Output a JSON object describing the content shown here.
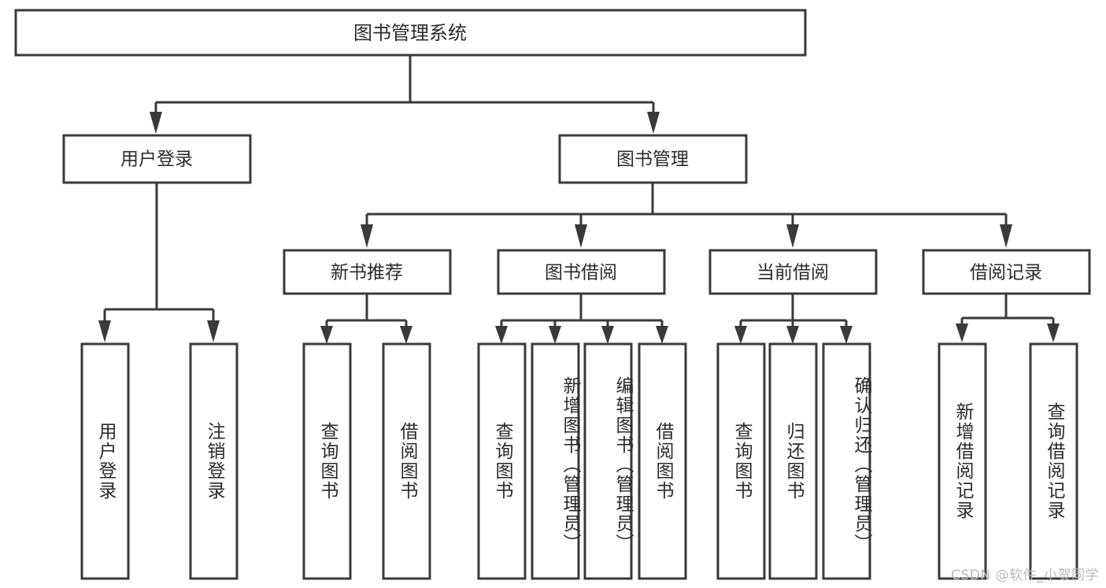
{
  "diagram": {
    "title": "图书管理系统",
    "watermark": "CSDN @软件_小贺同学",
    "colors": {
      "box_stroke": "#3a3a3a",
      "box_fill": "#ffffff",
      "text": "#2b2b2b",
      "background": "#ffffff",
      "watermark": "#b9b9b9"
    },
    "root": {
      "label": "图书管理系统"
    },
    "level2": [
      {
        "label": "用户登录"
      },
      {
        "label": "图书管理"
      }
    ],
    "level3": [
      {
        "label": "新书推荐"
      },
      {
        "label": "图书借阅"
      },
      {
        "label": "当前借阅"
      },
      {
        "label": "借阅记录"
      }
    ],
    "leaves": {
      "user_login": [
        {
          "label": "用户登录"
        },
        {
          "label": "注销登录"
        }
      ],
      "new_book": [
        {
          "label": "查询图书"
        },
        {
          "label": "借阅图书"
        }
      ],
      "book_borrow": [
        {
          "label": "查询图书"
        },
        {
          "label": "新增图书（管理员）"
        },
        {
          "label": "编辑图书（管理员）"
        },
        {
          "label": "借阅图书"
        }
      ],
      "current_borrow": [
        {
          "label": "查询图书"
        },
        {
          "label": "归还图书"
        },
        {
          "label": "确认归还（管理员）"
        }
      ],
      "borrow_record": [
        {
          "label": "新增借阅记录"
        },
        {
          "label": "查询借阅记录"
        }
      ]
    }
  }
}
